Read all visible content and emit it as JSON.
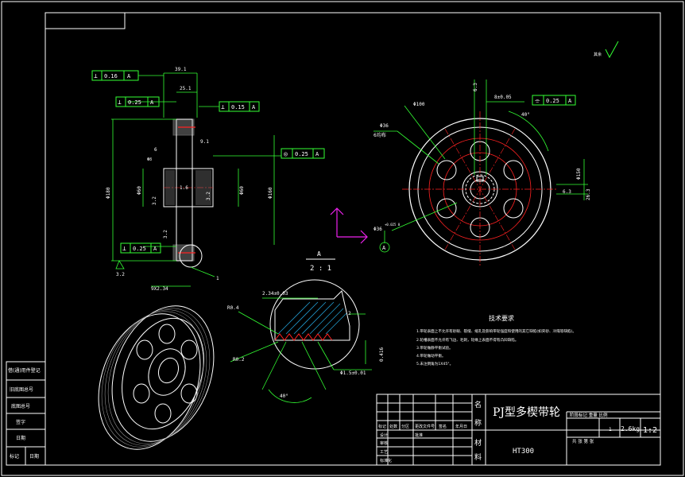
{
  "drawing": {
    "title_block": {
      "part_name": "PJ型多楔带轮",
      "material": "HT300",
      "mass": "2.6kg",
      "scale": "1:2",
      "quantity": "1",
      "headers": [
        "阶",
        "段",
        "标",
        "记",
        "重",
        "量",
        "比",
        "例"
      ],
      "header_row": "阶段标记   重量   比例",
      "bottom_row": "共    张        第    张",
      "designation_cell": "名",
      "designation_cell2": "称",
      "material_cell": "材",
      "material_cell2": "料",
      "rev_labels": [
        "标记",
        "处数",
        "分区",
        "更改文件号",
        "签名",
        "年月日"
      ],
      "role_labels": [
        "设计",
        "审核",
        "工艺",
        "标准化",
        "批准"
      ]
    },
    "left_strip": {
      "rows": [
        "借(通)用件登记",
        "旧底图总号",
        "底图总号",
        "签字",
        "日期"
      ],
      "bottom_cells": [
        "标记",
        "日期"
      ]
    },
    "technical_requirements": {
      "heading": "技术要求",
      "items": [
        "1.带轮表面上不允许有砂眼、裂缝、缩孔及影响带轮强度和使用的其它缺陷(如夹砂、冷隔等缺陷)。",
        "2.轮槽表面不允许有飞边、毛刺，轮缘上表面不得有凸凹缺陷。",
        "3.带轮做静平衡试验。",
        "4.带轮做动平衡。",
        "5.未注倒角为1X45°。"
      ]
    },
    "section_view": {
      "dims": [
        "39.1",
        "25.1",
        "6",
        "9.1",
        "Φ180",
        "Φ60",
        "Φ60",
        "Φ160",
        "9X2.34",
        "1.6",
        "3.2",
        "3.2",
        "3.2",
        "3.2",
        "Φ8"
      ],
      "gdt": [
        {
          "sym": "⊥",
          "val": "0.16",
          "datum": "A"
        },
        {
          "sym": "⊥",
          "val": "0.25",
          "datum": "A"
        },
        {
          "sym": "⊥",
          "val": "0.15",
          "datum": "A"
        },
        {
          "sym": "◎",
          "val": "0.25",
          "datum": "A"
        },
        {
          "sym": "⊥",
          "val": "0.25",
          "datum": "A"
        }
      ],
      "datum_label": "A",
      "detail_marker": "1",
      "roughness_note": "3.2"
    },
    "front_view": {
      "labels": [
        "Φ100",
        "Φ36",
        "6均布",
        "Φ36",
        "Φ150",
        "8±0.05",
        "0.25",
        "A",
        "40°",
        "6.3",
        "6.3",
        "26.3"
      ],
      "gdt": {
        "sym": "⌯",
        "val": "0.25",
        "datum": "A"
      },
      "datum_label": "A",
      "tolerance": "+0.025 0"
    },
    "detail_view": {
      "title": "A",
      "scale": "2 : 1",
      "dims": [
        "2.34±0.03",
        "R0.4",
        "R0.2",
        "Φ1.5±0.01",
        "40°",
        "0.416",
        "2"
      ]
    },
    "corner_roughness": "其余"
  }
}
